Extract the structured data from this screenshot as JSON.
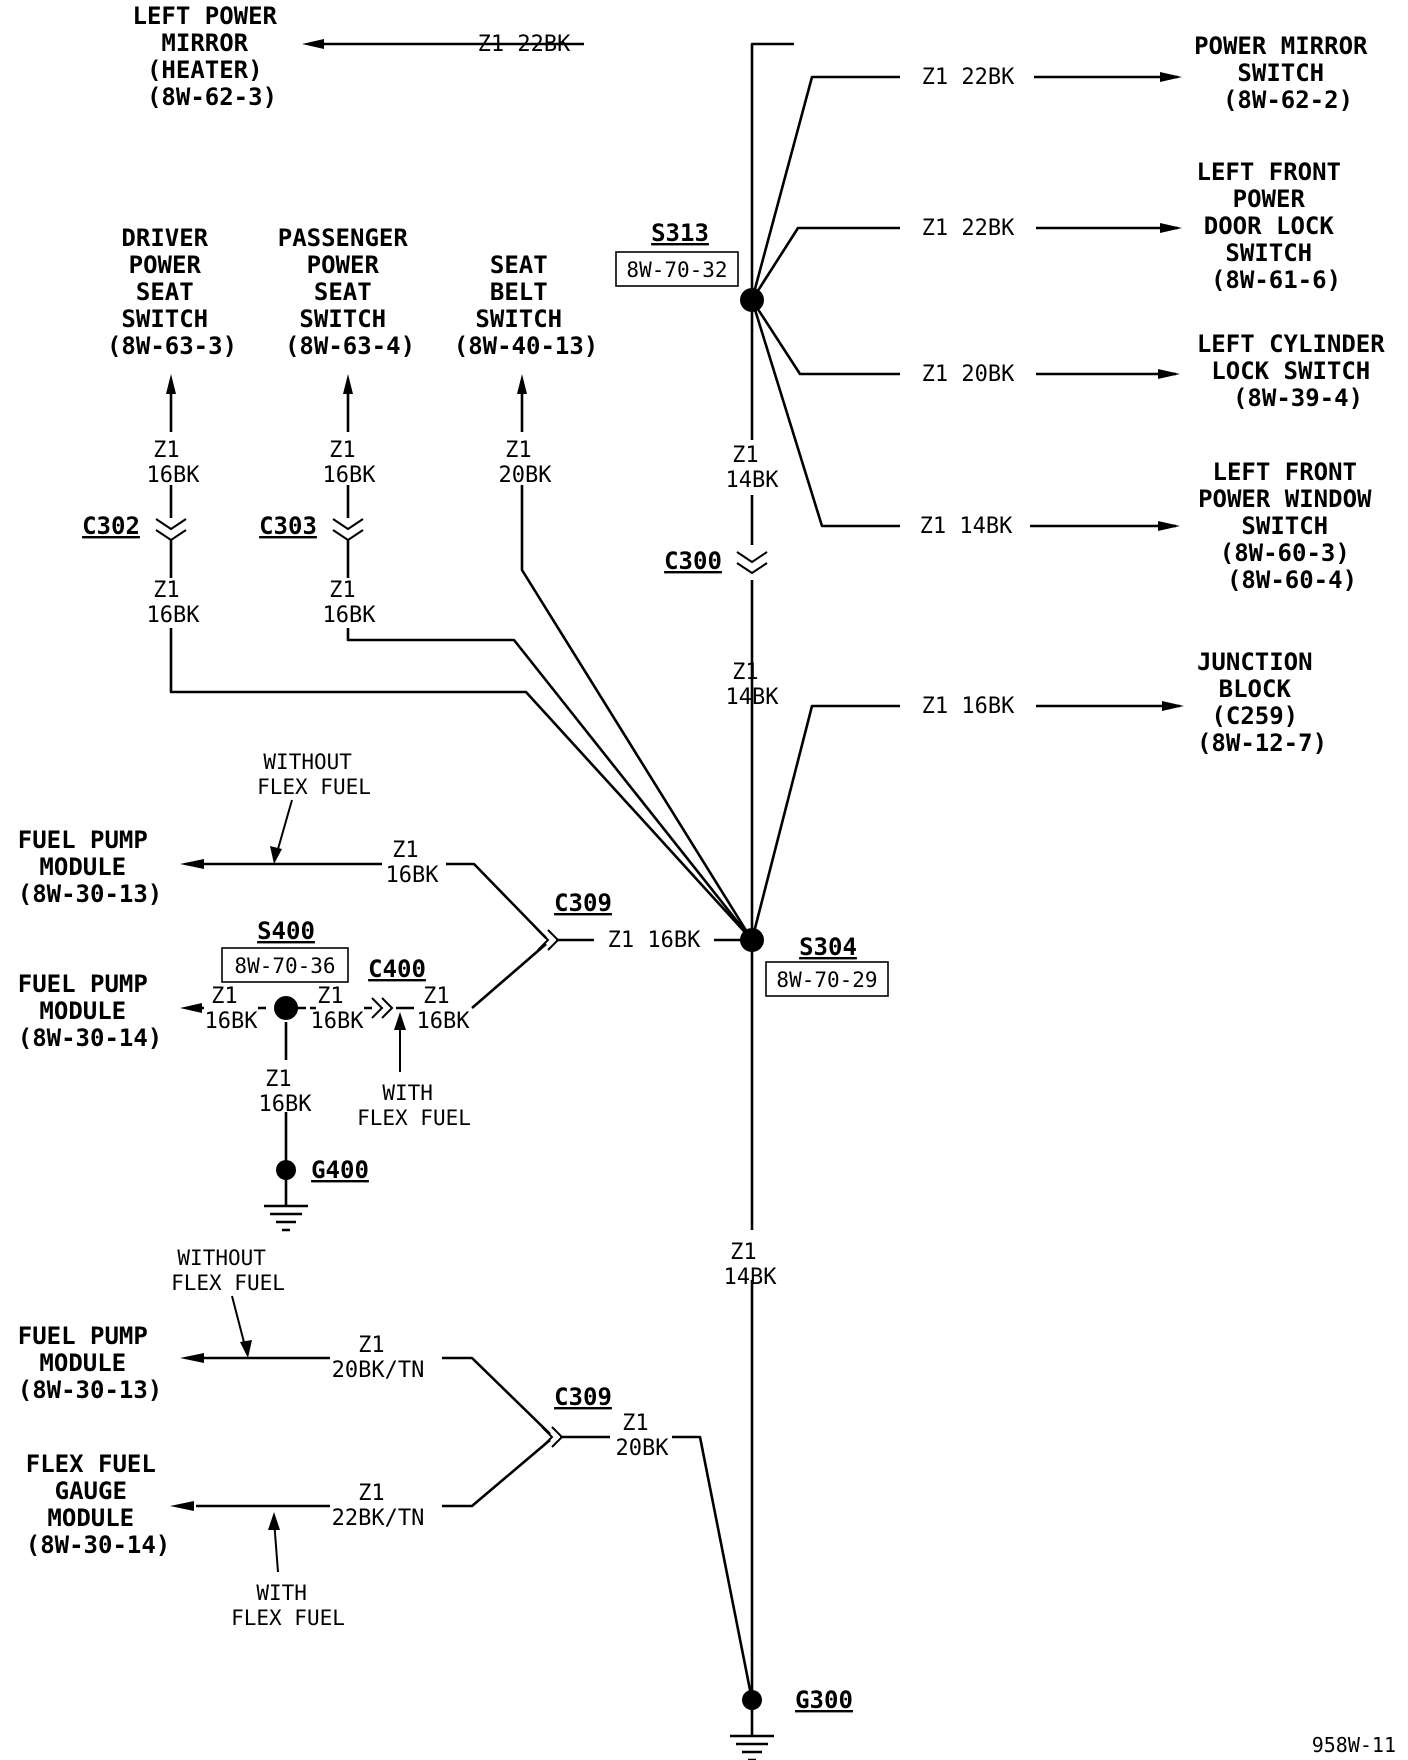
{
  "components": {
    "left_power_mirror": [
      "LEFT POWER",
      "MIRROR",
      "(HEATER)",
      "(8W-62-3)"
    ],
    "power_mirror_switch": [
      "POWER MIRROR",
      "SWITCH",
      "(8W-62-2)"
    ],
    "left_front_door_lock_switch": [
      "LEFT FRONT",
      "POWER",
      "DOOR LOCK",
      "SWITCH",
      "(8W-61-6)"
    ],
    "left_cylinder_lock_switch": [
      "LEFT CYLINDER",
      "LOCK SWITCH",
      "(8W-39-4)"
    ],
    "left_front_window_switch": [
      "LEFT FRONT",
      "POWER WINDOW",
      "SWITCH",
      "(8W-60-3)",
      "(8W-60-4)"
    ],
    "junction_block": [
      "JUNCTION",
      "BLOCK",
      "(C259)",
      "(8W-12-7)"
    ],
    "driver_seat_switch": [
      "DRIVER",
      "POWER",
      "SEAT",
      "SWITCH",
      "(8W-63-3)"
    ],
    "passenger_seat_switch": [
      "PASSENGER",
      "POWER",
      "SEAT",
      "SWITCH",
      "(8W-63-4)"
    ],
    "seat_belt_switch": [
      "SEAT",
      "BELT",
      "SWITCH",
      "(8W-40-13)"
    ],
    "fuel_pump_module_1": [
      "FUEL PUMP",
      "MODULE",
      "(8W-30-13)"
    ],
    "fuel_pump_module_2": [
      "FUEL PUMP",
      "MODULE",
      "(8W-30-14)"
    ],
    "fuel_pump_module_3": [
      "FUEL PUMP",
      "MODULE",
      "(8W-30-13)"
    ],
    "flex_fuel_gauge": [
      "FLEX FUEL",
      "GAUGE",
      "MODULE",
      "(8W-30-14)"
    ]
  },
  "wires": {
    "mirror": "Z1 22BK",
    "pm_switch": "Z1 22BK",
    "door_lock": "Z1 22BK",
    "cyl_lock": "Z1 20BK",
    "window": "Z1 14BK",
    "junction": "Z1 16BK",
    "main_upper": [
      "Z1",
      "14BK"
    ],
    "main_middle": [
      "Z1",
      "14BK"
    ],
    "main_lower": [
      "Z1",
      "14BK"
    ],
    "driver_top": [
      "Z1",
      "16BK"
    ],
    "driver_bottom": [
      "Z1",
      "16BK"
    ],
    "passenger_top": [
      "Z1",
      "16BK"
    ],
    "passenger_bottom": [
      "Z1",
      "16BK"
    ],
    "belt": [
      "Z1",
      "20BK"
    ],
    "fp1": [
      "Z1",
      "16BK"
    ],
    "c309_s304": "Z1 16BK",
    "fp2": [
      "Z1",
      "16BK"
    ],
    "s400_c400": [
      "Z1",
      "16BK"
    ],
    "c400_c309": [
      "Z1",
      "16BK"
    ],
    "s400_g400": [
      "Z1",
      "16BK"
    ],
    "fp3": [
      "Z1",
      "20BK/TN"
    ],
    "flex": [
      "Z1",
      "22BK/TN"
    ],
    "c309b_g300": [
      "Z1",
      "20BK"
    ]
  },
  "refs": {
    "s313": "S313",
    "s313_page": "8W-70-32",
    "s304": "S304",
    "s304_page": "8W-70-29",
    "s400": "S400",
    "s400_page": "8W-70-36",
    "c300": "C300",
    "c302": "C302",
    "c303": "C303",
    "c309a": "C309",
    "c309b": "C309",
    "c400": "C400",
    "g400": "G400",
    "g300": "G300"
  },
  "notes": {
    "without_flex_1": [
      "WITHOUT",
      "FLEX FUEL"
    ],
    "with_flex_1": [
      "WITH",
      "FLEX FUEL"
    ],
    "without_flex_2": [
      "WITHOUT",
      "FLEX FUEL"
    ],
    "with_flex_2": [
      "WITH",
      "FLEX FUEL"
    ]
  },
  "page_id": "958W-11"
}
